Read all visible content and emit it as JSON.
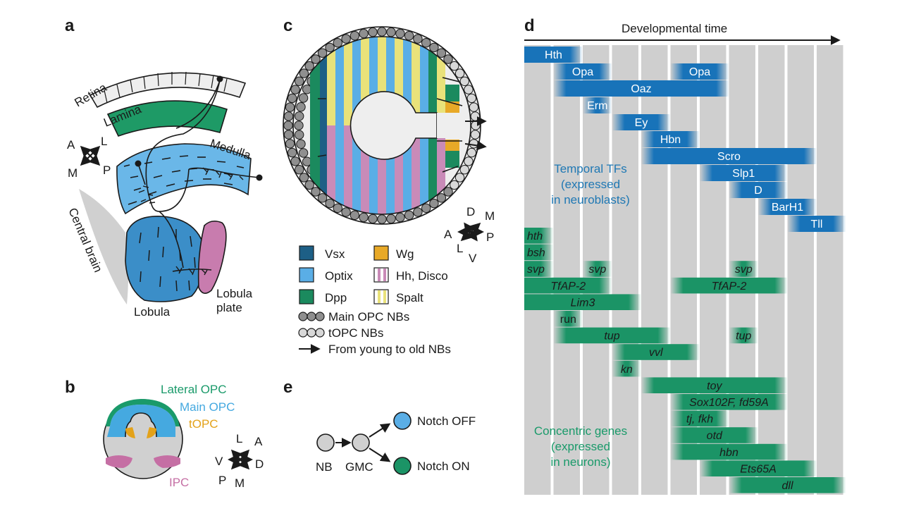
{
  "colors": {
    "optix": "#5aaee6",
    "vsx": "#1d5f86",
    "dpp": "#1b8a5e",
    "wg": "#e8a927",
    "hh_disco": "#c98bb8",
    "spalt": "#e9e27a",
    "lamina": "#1e9a66",
    "medulla": "#6ab7e8",
    "lobula": "#3b8ec8",
    "lobula_plate": "#c87cae",
    "central_brain": "#d0d0d0",
    "tf_bar": "#1873b9",
    "neuron_bar": "#1b9466",
    "time_col": "#cfcfcf",
    "lateral_opc": "#1a9a6a",
    "main_opc": "#45a9e0",
    "topc": "#e3a21a",
    "ipc": "#c56fa4"
  },
  "panels": {
    "a": "a",
    "b": "b",
    "c": "c",
    "d": "d",
    "e": "e"
  },
  "panel_a": {
    "retina": "Retina",
    "lamina": "Lamina",
    "medulla": "Medulla",
    "central_brain": "Central brain",
    "lobula": "Lobula",
    "lobula_plate_1": "Lobula",
    "lobula_plate_2": "plate",
    "compass": {
      "a": "A",
      "l": "L",
      "m": "M",
      "p": "P"
    }
  },
  "panel_b": {
    "lateral_opc": "Lateral OPC",
    "main_opc": "Main OPC",
    "topc": "tOPC",
    "ipc": "IPC",
    "compass": {
      "l": "L",
      "a": "A",
      "v": "V",
      "d": "D",
      "p": "P",
      "m": "M"
    }
  },
  "panel_c": {
    "compass": {
      "d": "D",
      "m": "M",
      "a": "A",
      "p": "P",
      "l": "L",
      "v": "V"
    },
    "legend": [
      {
        "label": "Vsx",
        "color": "vsx"
      },
      {
        "label": "Wg",
        "color": "wg"
      },
      {
        "label": "Optix",
        "color": "optix"
      },
      {
        "label": "Hh, Disco",
        "color": "hh_disco"
      },
      {
        "label": "Dpp",
        "color": "dpp"
      },
      {
        "label": "Spalt",
        "color": "spalt"
      }
    ],
    "main_opc_nbs": "Main OPC NBs",
    "topc_nbs": "tOPC NBs",
    "arrow_label": "From young to old NBs"
  },
  "panel_d": {
    "title": "Developmental time",
    "temporal_note": [
      "Temporal TFs",
      "(expressed",
      "in neuroblasts)"
    ],
    "concentric_note": [
      "Concentric genes",
      "(expressed",
      "in neurons)"
    ],
    "temporal_tfs": [
      {
        "label": "Hth",
        "start": 0,
        "end": 2
      },
      {
        "label": "Opa",
        "start": 1,
        "end": 3
      },
      {
        "label": "Opa",
        "start": 5,
        "end": 7
      },
      {
        "label": "Oaz",
        "start": 1,
        "end": 7
      },
      {
        "label": "Erm",
        "start": 2,
        "end": 3
      },
      {
        "label": "Ey",
        "start": 3,
        "end": 5
      },
      {
        "label": "Hbn",
        "start": 4,
        "end": 6
      },
      {
        "label": "Scro",
        "start": 4,
        "end": 10
      },
      {
        "label": "Slp1",
        "start": 6,
        "end": 9
      },
      {
        "label": "D",
        "start": 7,
        "end": 9
      },
      {
        "label": "BarH1",
        "start": 8,
        "end": 10
      },
      {
        "label": "Tll",
        "start": 9,
        "end": 11
      }
    ],
    "neuron_genes": [
      {
        "label": "hth",
        "italic": true,
        "segments": [
          [
            0,
            1
          ]
        ]
      },
      {
        "label": "bsh",
        "italic": true,
        "segments": [
          [
            0,
            1
          ]
        ]
      },
      {
        "label": "svp",
        "italic": true,
        "segments": [
          [
            0,
            1
          ]
        ]
      },
      {
        "label": "svp",
        "italic": true,
        "segments": [
          [
            2,
            3
          ]
        ]
      },
      {
        "label": "svp",
        "italic": true,
        "segments": [
          [
            7,
            8
          ]
        ]
      },
      {
        "label": "TfAP-2",
        "italic": true,
        "segments": [
          [
            0,
            3
          ]
        ]
      },
      {
        "label": "TfAP-2",
        "italic": true,
        "segments": [
          [
            5,
            9
          ]
        ]
      },
      {
        "label": "Lim3",
        "italic": true,
        "segments": [
          [
            0,
            4
          ]
        ]
      },
      {
        "label": "run",
        "italic": false,
        "segments": [
          [
            1,
            2
          ]
        ]
      },
      {
        "label": "tup",
        "italic": true,
        "segments": [
          [
            1,
            5
          ]
        ]
      },
      {
        "label": "tup",
        "italic": true,
        "segments": [
          [
            7,
            8
          ]
        ]
      },
      {
        "label": "vvl",
        "italic": true,
        "segments": [
          [
            3,
            6
          ]
        ]
      },
      {
        "label": "kn",
        "italic": true,
        "segments": [
          [
            3,
            4
          ]
        ]
      },
      {
        "label": "toy",
        "italic": true,
        "segments": [
          [
            4,
            9
          ]
        ]
      },
      {
        "label": "Sox102F, fd59A",
        "italic": true,
        "segments": [
          [
            5,
            9
          ]
        ]
      },
      {
        "label": "tj, fkh",
        "italic": true,
        "segments": [
          [
            5,
            7
          ]
        ]
      },
      {
        "label": "otd",
        "italic": true,
        "segments": [
          [
            5,
            8
          ]
        ]
      },
      {
        "label": "hbn",
        "italic": true,
        "segments": [
          [
            5,
            9
          ]
        ]
      },
      {
        "label": "Ets65A",
        "italic": true,
        "segments": [
          [
            6,
            10
          ]
        ]
      },
      {
        "label": "dll",
        "italic": true,
        "segments": [
          [
            7,
            11
          ]
        ]
      }
    ]
  },
  "panel_e": {
    "nb": "NB",
    "gmc": "GMC",
    "notch_off": "Notch OFF",
    "notch_on": "Notch ON"
  }
}
